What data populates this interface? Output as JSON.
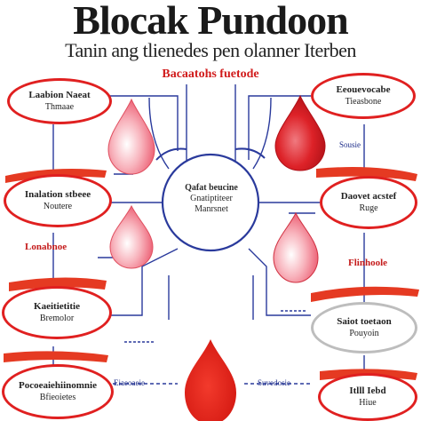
{
  "title": "Blocak Pundoon",
  "subtitle": "Tanin ang tlienedes pen olanner Iterben",
  "tagline": "Bacaatohs fuetode",
  "hub": {
    "line1": "Qafat beucine",
    "line2": "Gnatiptiteer",
    "line3": "Manrsnet"
  },
  "boxes": {
    "top_left": {
      "line1": "Laabion Naeat",
      "line2": "Thmaae"
    },
    "top_right": {
      "line1": "Eeouevocabe",
      "line2": "Tieasbone"
    },
    "mid_left": {
      "line1": "Inalation stbeee",
      "line2": "Noutere"
    },
    "mid_right": {
      "line1": "Daovet acstef",
      "line2": "Ruge"
    },
    "lower_left": {
      "line1": "Kaeitietitie",
      "line2": "Bremolor"
    },
    "lower_right": {
      "line1": "Saiot toetaon",
      "line2": "Pouyoin"
    },
    "bottom_left": {
      "line1": "Pocoeaiehiinomnie",
      "line2": "Bfieoietes"
    },
    "bottom_right": {
      "line1": "Itlll Iebd",
      "line2": "Hiue"
    }
  },
  "labels": {
    "left_tag": "Lonabnoe",
    "right_tag": "Flinhoole"
  },
  "mini": {
    "bottom_left": "Eiaeoaeie",
    "bottom_right": "Suvedosie",
    "right_mid": "Sousie"
  },
  "colors": {
    "accent": "#e02020",
    "connector": "#2a3a9c",
    "drop_light": "#f5a0ac",
    "drop_dark": "#d4141c"
  }
}
